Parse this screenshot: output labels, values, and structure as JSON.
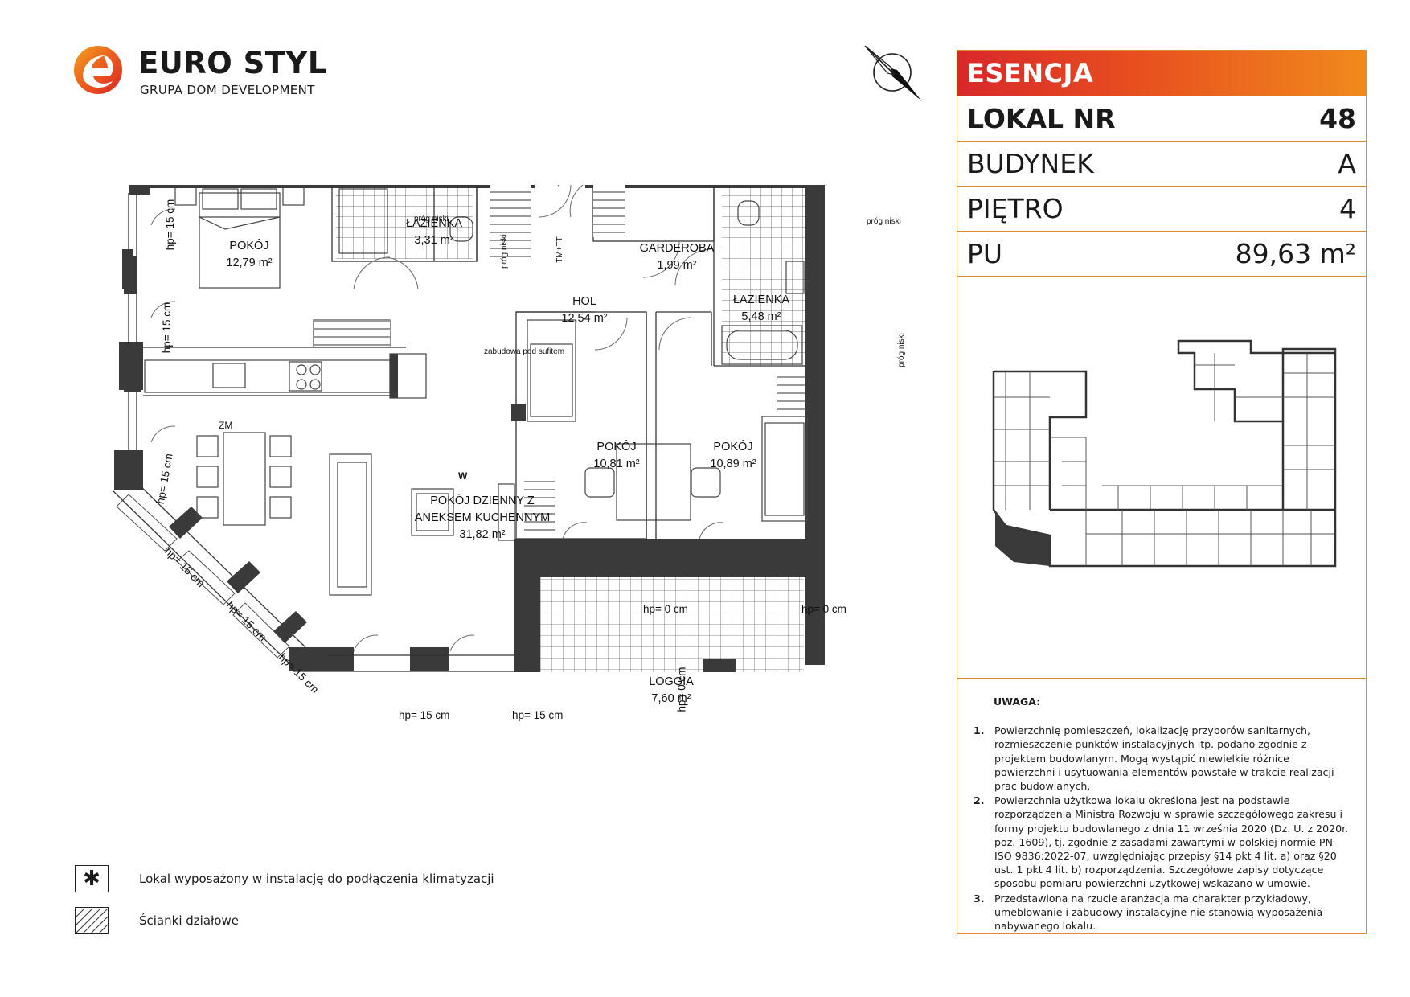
{
  "brand": {
    "name": "EURO STYL",
    "subtitle": "GRUPA DOM DEVELOPMENT",
    "colors": {
      "orange": "#f08a1c",
      "red": "#d9272a"
    }
  },
  "panel": {
    "project": "ESENCJA",
    "rows": [
      {
        "label": "LOKAL NR",
        "value": "48",
        "bold": true
      },
      {
        "label": "BUDYNEK",
        "value": "A",
        "bold": false
      },
      {
        "label": "PIĘTRO",
        "value": "4",
        "bold": false
      },
      {
        "label": "PU",
        "value": "89,63 m²",
        "bold": false
      }
    ],
    "accent": "#e08a2c"
  },
  "notes": {
    "title": "UWAGA:",
    "items": [
      {
        "num": "1.",
        "text": "Powierzchnię pomieszczeń, lokalizację przyborów sanitarnych, rozmieszczenie punktów instalacyjnych itp. podano zgodnie z projektem budowlanym. Mogą wystąpić niewielkie różnice powierzchni i usytuowania elementów powstałe w trakcie realizacji prac budowlanych."
      },
      {
        "num": "2.",
        "text": "Powierzchnia użytkowa lokalu określona jest na podstawie rozporządzenia Ministra Rozwoju w sprawie szczegółowego zakresu i formy projektu budowlanego z dnia 11 września 2020 (Dz. U. z 2020r. poz. 1609), tj. zgodnie z zasadami zawartymi w polskiej normie PN-ISO 9836:2022-07, uwzględniając przepisy §14 pkt 4 lit. a) oraz §20 ust. 1 pkt 4 lit. b) rozporządzenia. Szczegółowe zapisy dotyczące sposobu pomiaru powierzchni użytkowej wskazano w umowie."
      },
      {
        "num": "3.",
        "text": "Przedstawiona na rzucie aranżacja ma charakter przykładowy, umeblowanie i zabudowy instalacyjne nie stanowią wyposażenia nabywanego lokalu."
      }
    ]
  },
  "legend": [
    {
      "symbol": "✱",
      "text": "Lokal wyposażony w instalację do podłączenia klimatyzacji",
      "icon": "asterisk-icon"
    },
    {
      "symbol": "",
      "text": "Ścianki działowe",
      "icon": "hatch-icon"
    }
  ],
  "rooms": {
    "pokoj1": {
      "name": "POKÓJ",
      "area": "12,79 m²"
    },
    "lazienka1": {
      "name": "ŁAZIENKA",
      "area": "3,31 m²"
    },
    "hol": {
      "name": "HOL",
      "area": "12,54 m²"
    },
    "garderoba": {
      "name": "GARDEROBA",
      "area": "1,99 m²"
    },
    "lazienka2": {
      "name": "ŁAZIENKA",
      "area": "5,48 m²"
    },
    "pokoj_dzienny": {
      "name1": "POKÓJ DZIENNY Z",
      "name2": "ANEKSEM KUCHENNYM",
      "area": "31,82 m²"
    },
    "pokoj2": {
      "name": "POKÓJ",
      "area": "10,81 m²"
    },
    "pokoj3": {
      "name": "POKÓJ",
      "area": "10,89 m²"
    },
    "loggia": {
      "name": "LOGGIA",
      "area": "7,60 m²"
    }
  },
  "plan_notes": {
    "hp15": "hp= 15 cm",
    "hp0": "hp= 0 cm",
    "prog_niski": "próg niski",
    "zabudowa": "zabudowa pod sufitem",
    "zm": "ZM",
    "tmtt": "TM+TT",
    "w": "W"
  }
}
